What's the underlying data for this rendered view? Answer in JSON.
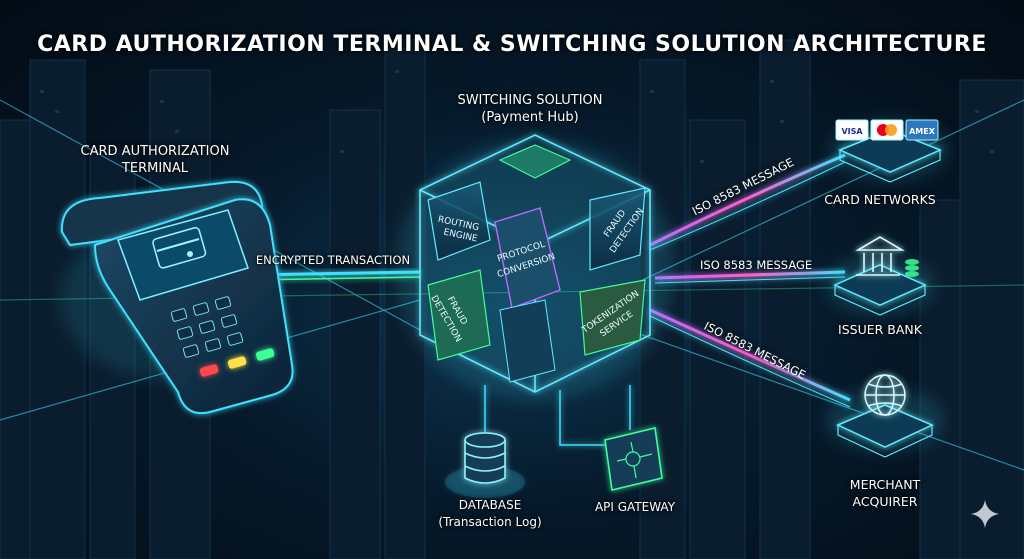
{
  "title": "CARD AUTHORIZATION TERMINAL & SWITCHING SOLUTION ARCHITECTURE",
  "terminal": {
    "label_line1": "CARD AUTHORIZATION",
    "label_line2": "TERMINAL"
  },
  "hub": {
    "title": "SWITCHING SOLUTION",
    "subtitle": "(Payment Hub)",
    "modules": {
      "routing_l1": "ROUTING",
      "routing_l2": "ENGINE",
      "protocol_l1": "PROTOCOL",
      "protocol_l2": "CONVERSION",
      "fraud_top_l1": "FRAUD",
      "fraud_top_l2": "DETECTION",
      "fraud_bot_l1": "FRAUD",
      "fraud_bot_l2": "DETECTION",
      "token_l1": "TOKENIZATION",
      "token_l2": "SERVICE"
    }
  },
  "links": {
    "encrypted": "ENCRYPTED TRANSACTION",
    "iso_card_networks": "ISO 8583 MESSAGE",
    "iso_issuer_bank": "ISO 8583 MESSAGE",
    "iso_merchant_acquirer": "ISO 8583 MESSAGE"
  },
  "endpoints": {
    "card_networks": "CARD NETWORKS",
    "card_brands": [
      "VISA",
      "",
      "AMEX"
    ],
    "issuer_bank": "ISSUER BANK",
    "merchant_acquirer_l1": "MERCHANT",
    "merchant_acquirer_l2": "ACQUIRER"
  },
  "database": {
    "label": "DATABASE",
    "sublabel": "(Transaction Log)"
  },
  "api_gateway": {
    "label": "API GATEWAY"
  },
  "colors": {
    "background": "#04121f",
    "cyan_glow": "#3fe0ff",
    "green_glow": "#3cff9a",
    "purple_glow": "#b66bff",
    "pink_glow": "#ff5fd2",
    "visa_blue": "#1a2f8f",
    "mastercard_red": "#eb001b",
    "mastercard_orange": "#f79e1b",
    "amex_blue": "#2e77bc"
  }
}
